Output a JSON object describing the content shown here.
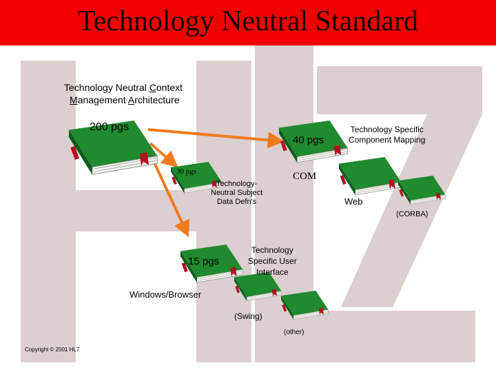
{
  "title": "Technology Neutral Standard",
  "architecture_label": {
    "line1_pre": "Technology Neutral ",
    "line1_u": "C",
    "line1_post": "ontext",
    "line2_u1": "M",
    "line2_mid": "anagement ",
    "line2_u2": "A",
    "line2_post": "rchitecture"
  },
  "books": {
    "main": "200 pgs",
    "mapping": "40 pgs",
    "subject": "30 pgs",
    "ui": "15 pgs"
  },
  "labels": {
    "tech_specific_mapping": [
      "Technology Specific",
      "Component Mapping"
    ],
    "tech_neutral_subject": [
      "Technology-",
      "Neutral Subject",
      "Data Defn's"
    ],
    "com": "COM",
    "web": "Web",
    "corba": "(CORBA)",
    "tech_specific_ui": [
      "Technology",
      "Specific User",
      "Interface"
    ],
    "windows_browser": "Windows/Browser",
    "swing": "(Swing)",
    "other": "(other)"
  },
  "copyright": "Copyright © 2001 HL7",
  "colors": {
    "header": "#f20000",
    "book_cover": "#1f8a2e",
    "book_dark": "#0f5c1c",
    "arrow": "#f07a1e",
    "ribbon": "#b01020",
    "watermark": "#dccfcf"
  }
}
